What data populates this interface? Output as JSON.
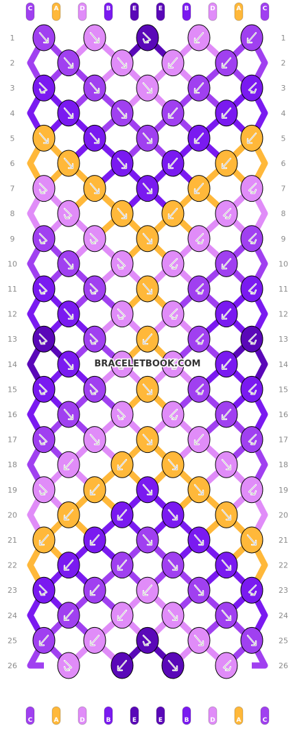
{
  "watermark": "BRACELETBOOK.COM",
  "colors": {
    "C": "#a040f0",
    "A": "#ffb83a",
    "D": "#e08cf8",
    "B": "#7a1af0",
    "E": "#5a08b8",
    "stroke": "#000000",
    "arrow": "#ffffff"
  },
  "strands_top": [
    "C",
    "A",
    "D",
    "B",
    "E",
    "E",
    "B",
    "D",
    "A",
    "C"
  ],
  "strands_bottom": [
    "C",
    "A",
    "D",
    "B",
    "E",
    "E",
    "B",
    "D",
    "A",
    "C"
  ],
  "row_labels": [
    "1",
    "2",
    "3",
    "4",
    "5",
    "6",
    "7",
    "8",
    "9",
    "10",
    "11",
    "12",
    "13",
    "14",
    "15",
    "16",
    "17",
    "18",
    "19",
    "20",
    "21",
    "22",
    "23",
    "24",
    "25",
    "26"
  ],
  "knot_rows": [
    [
      [
        "C",
        "r"
      ],
      [
        "D",
        "r"
      ],
      [
        "E",
        "rl"
      ],
      [
        "D",
        "l"
      ],
      [
        "C",
        "l"
      ]
    ],
    [
      [
        "C",
        "r"
      ],
      [
        "D",
        "r"
      ],
      [
        "D",
        "l"
      ],
      [
        "C",
        "l"
      ]
    ],
    [
      [
        "B",
        "rl"
      ],
      [
        "C",
        "r"
      ],
      [
        "D",
        "r"
      ],
      [
        "C",
        "l"
      ],
      [
        "B",
        "lr"
      ]
    ],
    [
      [
        "B",
        "r"
      ],
      [
        "C",
        "r"
      ],
      [
        "C",
        "l"
      ],
      [
        "B",
        "l"
      ]
    ],
    [
      [
        "A",
        "r"
      ],
      [
        "B",
        "r"
      ],
      [
        "C",
        "r"
      ],
      [
        "B",
        "l"
      ],
      [
        "A",
        "l"
      ]
    ],
    [
      [
        "A",
        "r"
      ],
      [
        "B",
        "r"
      ],
      [
        "B",
        "l"
      ],
      [
        "A",
        "l"
      ]
    ],
    [
      [
        "D",
        "rl"
      ],
      [
        "A",
        "r"
      ],
      [
        "B",
        "r"
      ],
      [
        "A",
        "l"
      ],
      [
        "D",
        "lr"
      ]
    ],
    [
      [
        "D",
        "rl"
      ],
      [
        "A",
        "r"
      ],
      [
        "A",
        "l"
      ],
      [
        "D",
        "lr"
      ]
    ],
    [
      [
        "C",
        "rl"
      ],
      [
        "D",
        "rl"
      ],
      [
        "A",
        "r"
      ],
      [
        "D",
        "lr"
      ],
      [
        "C",
        "lr"
      ]
    ],
    [
      [
        "C",
        "r"
      ],
      [
        "D",
        "rl"
      ],
      [
        "D",
        "lr"
      ],
      [
        "C",
        "l"
      ]
    ],
    [
      [
        "B",
        "rl"
      ],
      [
        "C",
        "rl"
      ],
      [
        "A",
        "r"
      ],
      [
        "C",
        "lr"
      ],
      [
        "B",
        "lr"
      ]
    ],
    [
      [
        "B",
        "r"
      ],
      [
        "D",
        "rl"
      ],
      [
        "D",
        "lr"
      ],
      [
        "B",
        "l"
      ]
    ],
    [
      [
        "E",
        "rl"
      ],
      [
        "C",
        "rl"
      ],
      [
        "A",
        "l"
      ],
      [
        "C",
        "lr"
      ],
      [
        "E",
        "lr"
      ]
    ],
    [
      [
        "B",
        "r"
      ],
      [
        "D",
        "rl"
      ],
      [
        "D",
        "lr"
      ],
      [
        "B",
        "l"
      ]
    ],
    [
      [
        "B",
        "rl"
      ],
      [
        "C",
        "rl"
      ],
      [
        "A",
        "r"
      ],
      [
        "C",
        "lr"
      ],
      [
        "B",
        "lr"
      ]
    ],
    [
      [
        "C",
        "r"
      ],
      [
        "D",
        "rl"
      ],
      [
        "D",
        "lr"
      ],
      [
        "C",
        "l"
      ]
    ],
    [
      [
        "C",
        "rl"
      ],
      [
        "D",
        "r"
      ],
      [
        "A",
        "r"
      ],
      [
        "D",
        "l"
      ],
      [
        "C",
        "lr"
      ]
    ],
    [
      [
        "D",
        "l"
      ],
      [
        "A",
        "l"
      ],
      [
        "A",
        "r"
      ],
      [
        "D",
        "r"
      ]
    ],
    [
      [
        "D",
        "rl"
      ],
      [
        "A",
        "l"
      ],
      [
        "B",
        "r"
      ],
      [
        "A",
        "r"
      ],
      [
        "D",
        "lr"
      ]
    ],
    [
      [
        "A",
        "l"
      ],
      [
        "B",
        "l"
      ],
      [
        "B",
        "r"
      ],
      [
        "A",
        "r"
      ]
    ],
    [
      [
        "A",
        "l"
      ],
      [
        "B",
        "l"
      ],
      [
        "C",
        "r"
      ],
      [
        "B",
        "r"
      ],
      [
        "A",
        "r"
      ]
    ],
    [
      [
        "B",
        "l"
      ],
      [
        "C",
        "l"
      ],
      [
        "C",
        "r"
      ],
      [
        "B",
        "r"
      ]
    ],
    [
      [
        "B",
        "rl"
      ],
      [
        "C",
        "l"
      ],
      [
        "D",
        "l"
      ],
      [
        "C",
        "r"
      ],
      [
        "B",
        "lr"
      ]
    ],
    [
      [
        "C",
        "l"
      ],
      [
        "D",
        "l"
      ],
      [
        "D",
        "r"
      ],
      [
        "C",
        "r"
      ]
    ],
    [
      [
        "C",
        "l"
      ],
      [
        "D",
        "l"
      ],
      [
        "E",
        "rl"
      ],
      [
        "D",
        "r"
      ],
      [
        "C",
        "r"
      ]
    ],
    [
      [
        "D",
        "rl"
      ],
      [
        "E",
        "l"
      ],
      [
        "E",
        "r"
      ],
      [
        "D",
        "lr"
      ]
    ]
  ]
}
